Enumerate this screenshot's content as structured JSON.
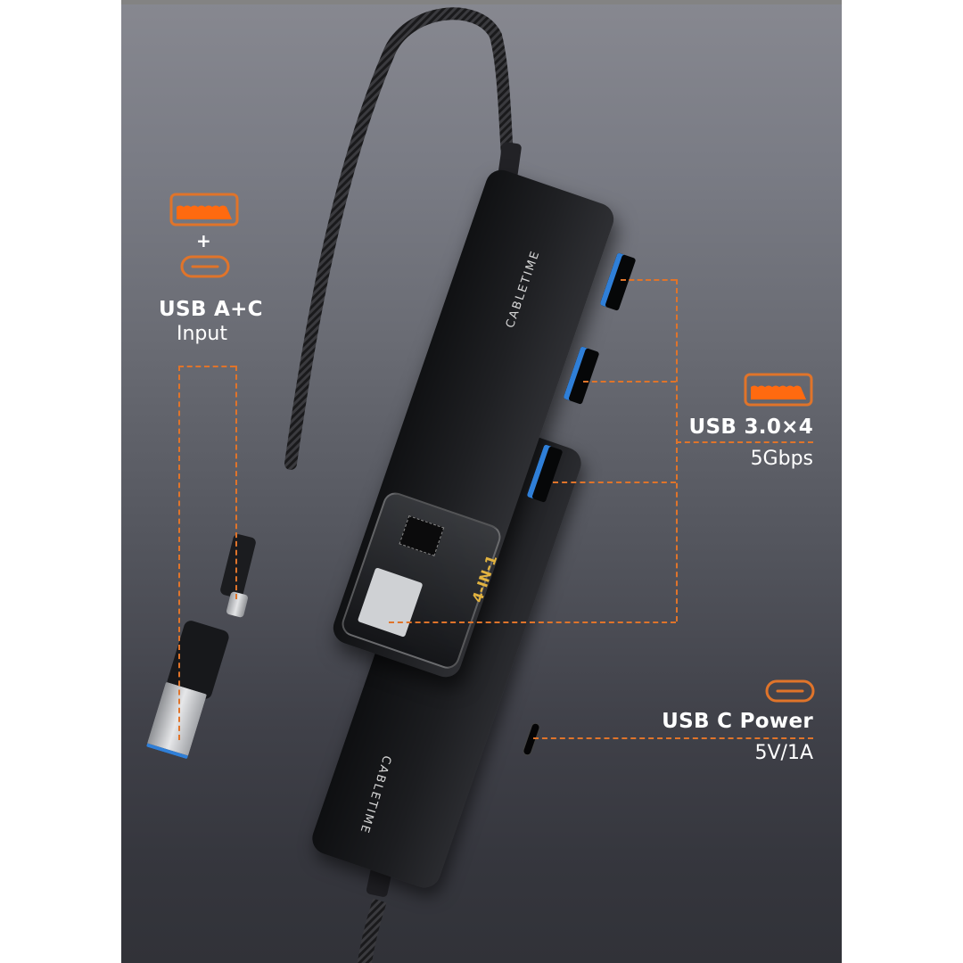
{
  "brand": "CABLETIME",
  "colors": {
    "accent": "#e0742a",
    "port_blue": "#2f7fd8",
    "background_top": "#878890",
    "background_bottom": "#313238",
    "device_body": "#151618",
    "text": "#ffffff"
  },
  "callouts": {
    "input": {
      "icon_top": "usb-a-port-icon",
      "plus": "+",
      "icon_bottom": "usb-c-port-icon",
      "title": "USB A+C",
      "subtitle": "Input"
    },
    "usb3": {
      "icon": "usb-a-port-icon",
      "title": "USB 3.0×4",
      "subtitle": "5Gbps"
    },
    "power": {
      "icon": "usb-c-port-icon",
      "title": "USB C Power",
      "subtitle": "5V/1A"
    }
  },
  "device": {
    "logo_text": "CABLETIME",
    "pcb_text": "4-IN-1",
    "usb_a_port_count": 4
  }
}
